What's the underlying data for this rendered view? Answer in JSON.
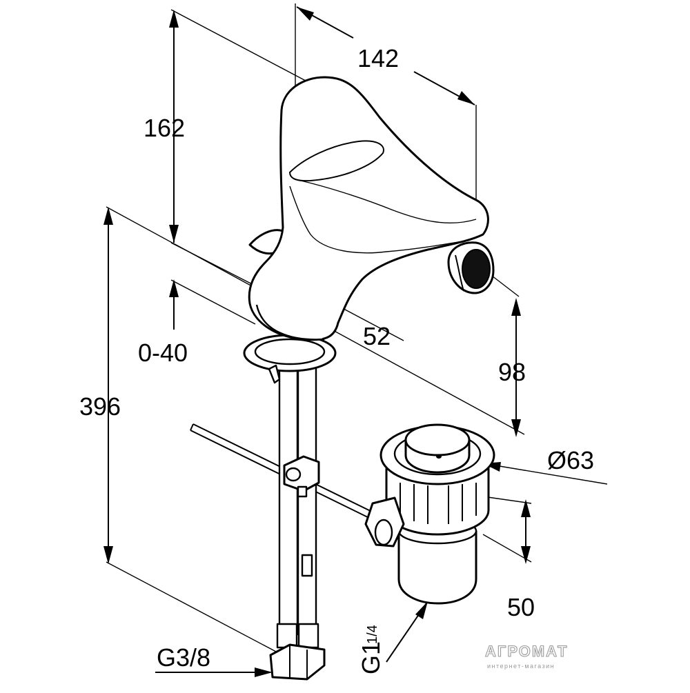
{
  "diagram": {
    "dimensions": {
      "height_top": "162",
      "depth_top": "142",
      "spout_offset": "52",
      "adjust_range": "0-40",
      "total_height": "396",
      "spout_height": "98",
      "drain_diameter": "Ø63",
      "drain_height": "50",
      "supply_thread": "G3/8",
      "drain_thread_base": "G1",
      "drain_thread_frac": "1/4"
    },
    "watermark": {
      "brand": "АГРОМАТ",
      "tagline": "интернет-магазин"
    }
  }
}
